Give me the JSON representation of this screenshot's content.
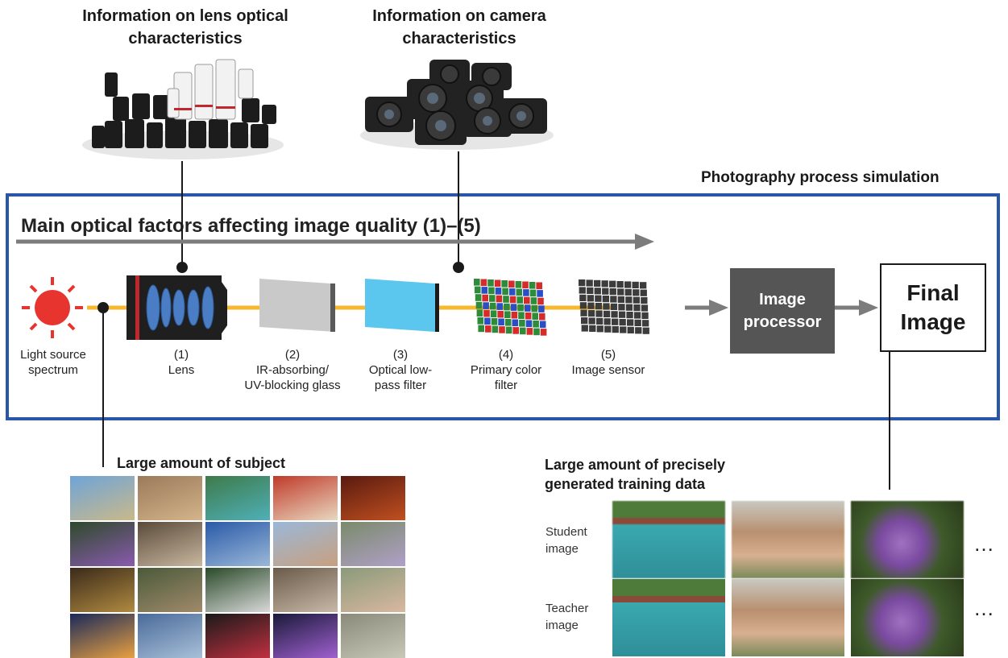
{
  "headers": {
    "lens_info": "Information on lens optical\ncharacteristics",
    "camera_info": "Information on camera\ncharacteristics",
    "simulation": "Photography process simulation"
  },
  "main_title": "Main optical factors affecting image quality (1)–(5)",
  "steps": [
    {
      "label": "Light source\nspectrum"
    },
    {
      "label": "(1)\nLens"
    },
    {
      "label": "(2)\nIR-absorbing/\nUV-blocking glass"
    },
    {
      "label": "(3)\nOptical low-\npass filter"
    },
    {
      "label": "(4)\nPrimary color\nfilter"
    },
    {
      "label": "(5)\nImage sensor"
    }
  ],
  "boxes": {
    "processor": "Image\nprocessor",
    "final": "Final\nImage"
  },
  "subjects": {
    "title": "Large amount of subject"
  },
  "training": {
    "title": "Large amount of precisely\ngenerated training data",
    "student_label": "Student\nimage",
    "teacher_label": "Teacher\nimage",
    "ellipsis": "…"
  },
  "colors": {
    "frame": "#2a56a8",
    "light_path": "#f5b82e",
    "sun": "#e8342e",
    "processor": "#555555"
  }
}
